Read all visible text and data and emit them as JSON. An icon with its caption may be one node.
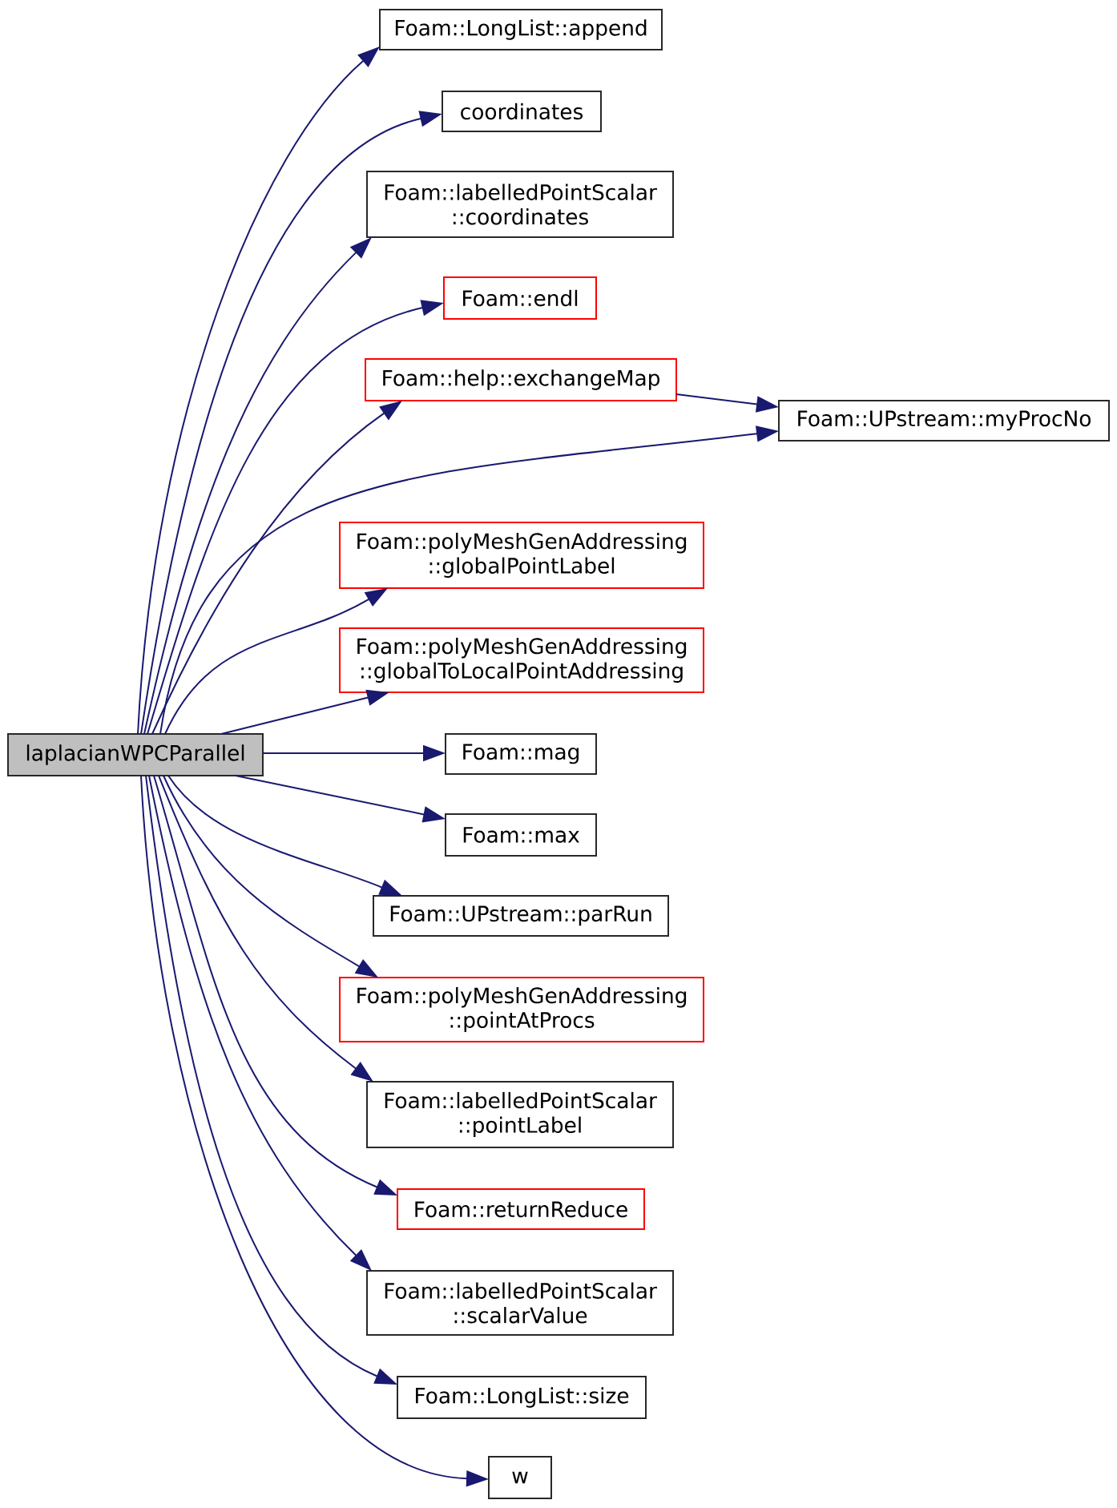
{
  "diagram": {
    "nodes": [
      {
        "text": [
          "laplacianWPCParallel"
        ]
      },
      {
        "text": [
          "Foam::LongList::append"
        ]
      },
      {
        "text": [
          "coordinates"
        ]
      },
      {
        "text": [
          "Foam::labelledPointScalar ::coordinates"
        ]
      },
      {
        "text": [
          "Foam::endl"
        ]
      },
      {
        "text": [
          "Foam::help::exchangeMap"
        ]
      },
      {
        "text": [
          "Foam::UPstream::myProcNo"
        ]
      },
      {
        "text": [
          "Foam::polyMeshGenAddressing ::globalPointLabel"
        ]
      },
      {
        "text": [
          "Foam::polyMeshGenAddressing ::globalToLocalPointAddressing"
        ]
      },
      {
        "text": [
          "Foam::mag"
        ]
      },
      {
        "text": [
          "Foam::max"
        ]
      },
      {
        "text": [
          "Foam::UPstream::parRun"
        ]
      },
      {
        "text": [
          "Foam::polyMeshGenAddressing ::pointAtProcs"
        ]
      },
      {
        "text": [
          "Foam::labelledPointScalar ::pointLabel"
        ]
      },
      {
        "text": [
          "Foam::returnReduce"
        ]
      },
      {
        "text": [
          "Foam::labelledPointScalar ::scalarValue"
        ]
      },
      {
        "text": [
          "Foam::LongList::size"
        ]
      },
      {
        "text": [
          "w"
        ]
      }
    ],
    "edges": [
      {
        "from": 0,
        "to": 1,
        "arrow": "to"
      },
      {
        "from": 0,
        "to": 2,
        "arrow": "to"
      },
      {
        "from": 0,
        "to": 3,
        "arrow": "to"
      },
      {
        "from": 0,
        "to": 4,
        "arrow": "to"
      },
      {
        "from": 0,
        "to": 5,
        "arrow": "to"
      },
      {
        "from": 0,
        "to": 6,
        "arrow": "to"
      },
      {
        "from": 5,
        "to": 6,
        "arrow": "to"
      },
      {
        "from": 0,
        "to": 7,
        "arrow": "to"
      },
      {
        "from": 0,
        "to": 8,
        "arrow": "to"
      },
      {
        "from": 0,
        "to": 9,
        "arrow": "to"
      },
      {
        "from": 0,
        "to": 10,
        "arrow": "to"
      },
      {
        "from": 0,
        "to": 11,
        "arrow": "to"
      },
      {
        "from": 0,
        "to": 12,
        "arrow": "to"
      },
      {
        "from": 0,
        "to": 13,
        "arrow": "to"
      },
      {
        "from": 0,
        "to": 14,
        "arrow": "to"
      },
      {
        "from": 0,
        "to": 15,
        "arrow": "to"
      },
      {
        "from": 0,
        "to": 16,
        "arrow": "to"
      },
      {
        "from": 0,
        "to": 17,
        "arrow": "to"
      }
    ]
  }
}
